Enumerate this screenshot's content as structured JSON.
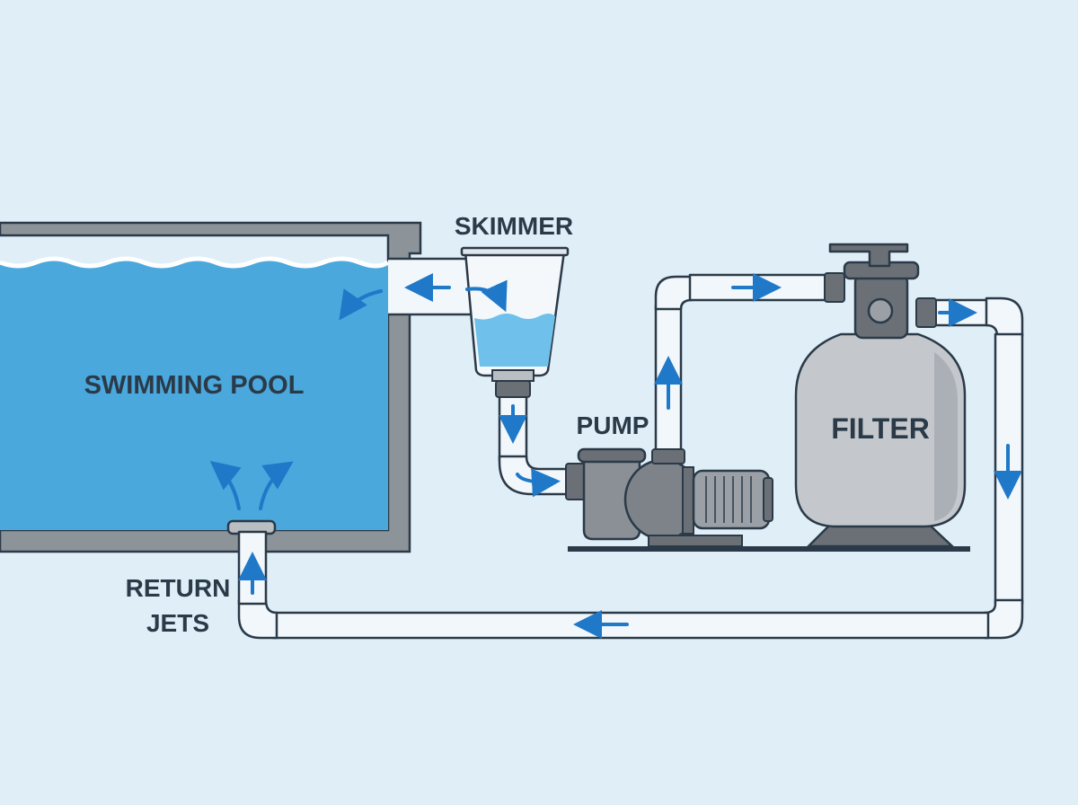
{
  "labels": {
    "pool": "SWIMMING POOL",
    "skimmer": "SKIMMER",
    "pump": "PUMP",
    "filter": "FILTER",
    "return_jets_line1": "RETURN",
    "return_jets_line2": "JETS"
  },
  "colors": {
    "background": "#dfeef7",
    "water": "#4aa8dc",
    "water_light": "#6fc0ea",
    "pool_wall": "#8c9399",
    "pipe_fill": "#f1f7fb",
    "outline": "#2b3a48",
    "arrow": "#1f78c8",
    "equipment_dark": "#6b7076",
    "equipment_mid": "#9aa0a6",
    "filter_tank": "#c4c8cc"
  },
  "icons": {
    "flow_arrow": "flow-arrow-icon",
    "valve_handle": "valve-handle-icon"
  }
}
